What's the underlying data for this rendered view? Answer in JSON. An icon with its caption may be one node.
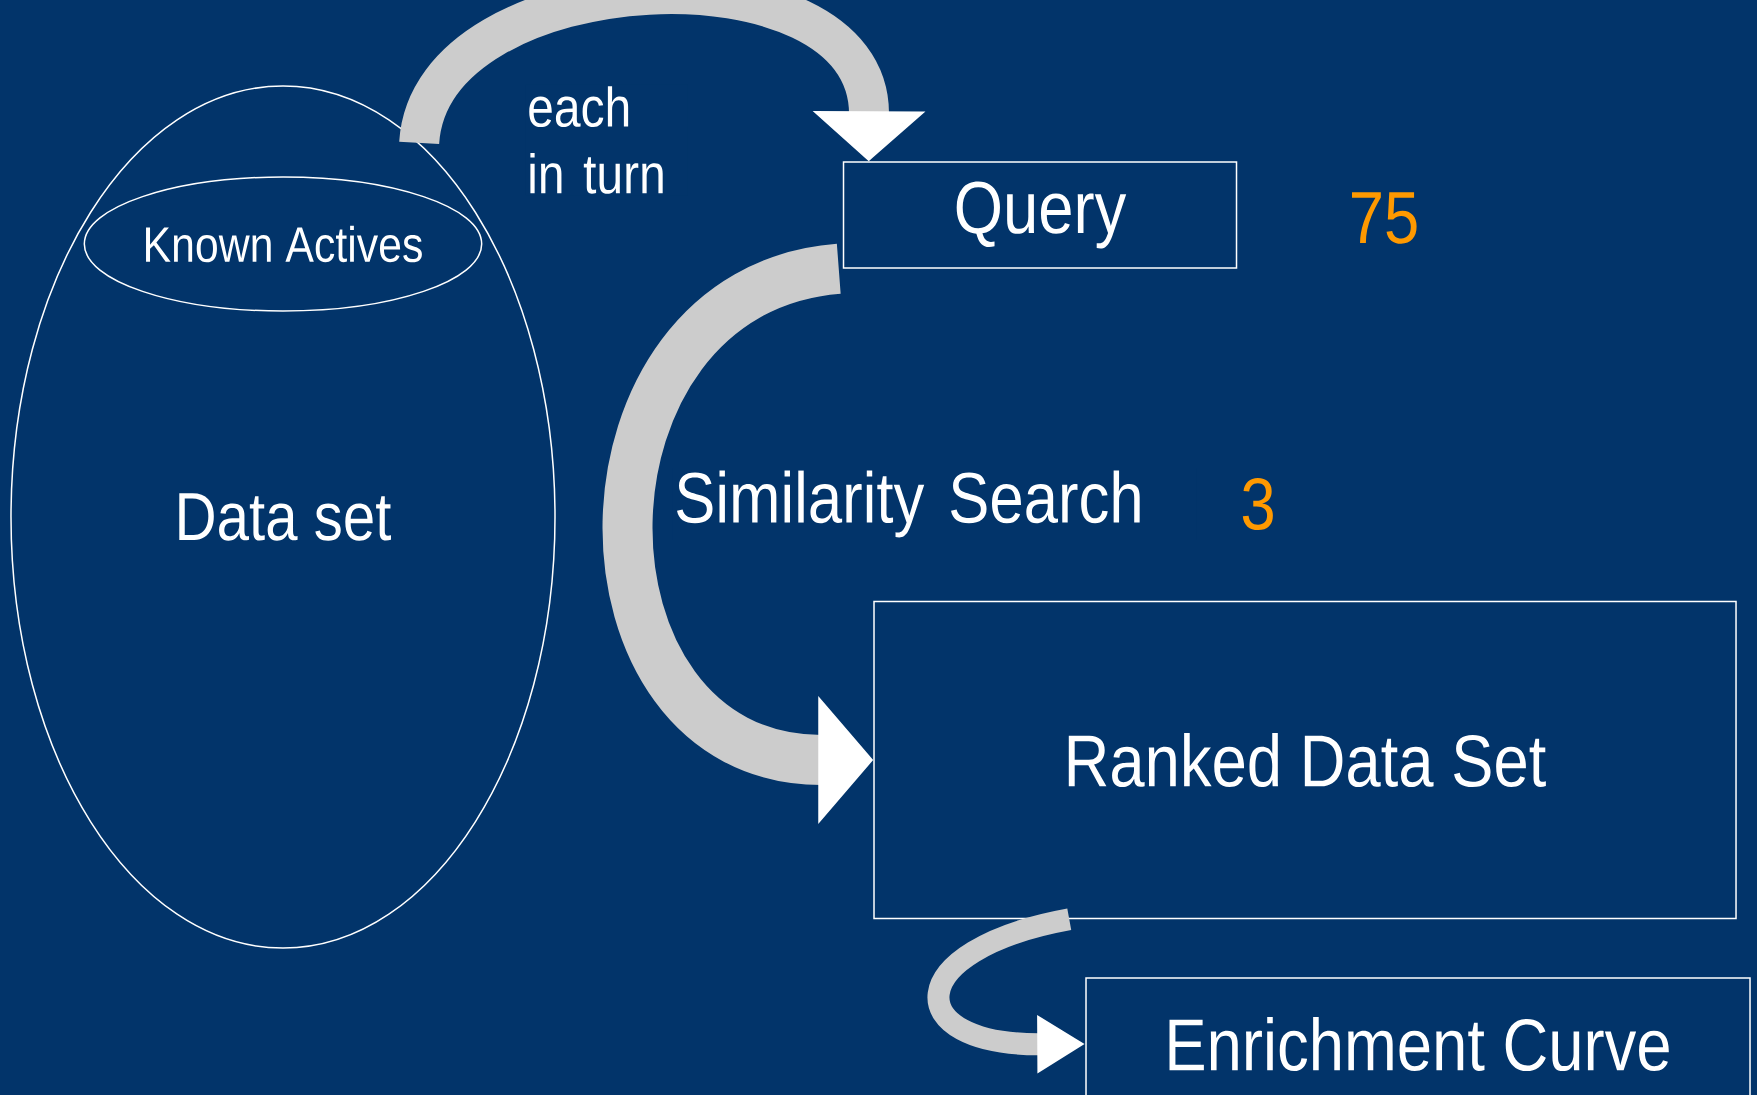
{
  "diagram": {
    "nodes": [
      {
        "text": [
          "Data set"
        ]
      },
      {
        "text": [
          "Known Actives"
        ],
        "in": 0
      },
      {
        "text": [
          "Query"
        ]
      },
      {
        "text": [
          "Ranked Data Set"
        ]
      },
      {
        "text": [
          "Enrichment Curve"
        ]
      }
    ],
    "edges": [
      {
        "from": 0,
        "to": 2,
        "arrow": "to",
        "label": "each in turn"
      },
      {
        "from": 2,
        "to": 3,
        "arrow": "to",
        "label": "Similarity Search"
      },
      {
        "from": 3,
        "to": 4,
        "arrow": "to"
      }
    ],
    "labels": [
      "75",
      "3"
    ]
  }
}
